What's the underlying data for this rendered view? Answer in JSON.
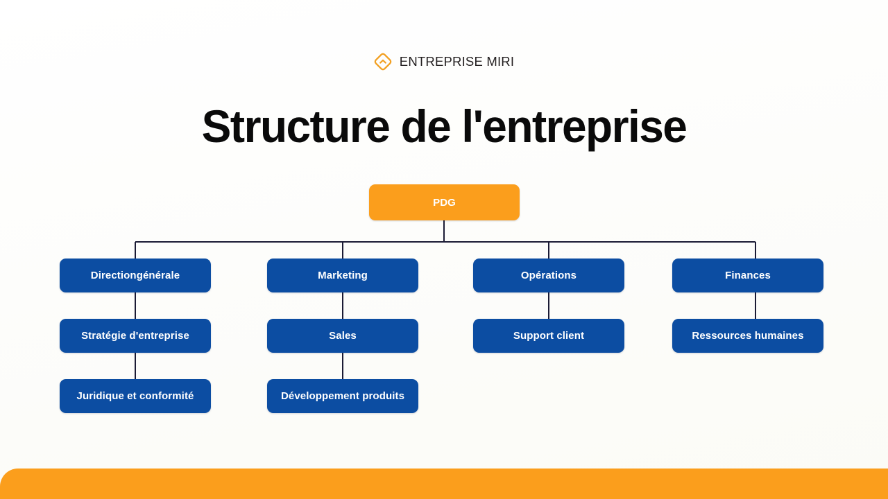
{
  "brand": {
    "logo_icon": "diamond-outline-icon",
    "name": "ENTREPRISE MIRI",
    "accent_color": "#fb9e1c"
  },
  "title": "Structure de l'entreprise",
  "colors": {
    "root_node": "#fb9e1c",
    "branch_node": "#0c4da2",
    "connector": "#1b1b35",
    "node_text": "#ffffff",
    "title_text": "#0a0a0a",
    "background": "#ffffff",
    "footer_band": "#fb9e1c"
  },
  "chart_data": {
    "type": "org-chart",
    "title": "Structure de l'entreprise",
    "root": {
      "label": "PDG"
    },
    "branches": [
      {
        "label": "Directiongénérale",
        "children": [
          {
            "label": "Stratégie d'entreprise"
          },
          {
            "label": "Juridique et conformité"
          }
        ]
      },
      {
        "label": "Marketing",
        "children": [
          {
            "label": "Sales"
          },
          {
            "label": "Développement produits"
          }
        ]
      },
      {
        "label": "Opérations",
        "children": [
          {
            "label": "Support client"
          }
        ]
      },
      {
        "label": "Finances",
        "children": [
          {
            "label": "Ressources humaines"
          }
        ]
      }
    ]
  },
  "nodes": {
    "root": "PDG",
    "col1_l1": "Directiongénérale",
    "col1_l2": "Stratégie d'entreprise",
    "col1_l3": "Juridique et conformité",
    "col2_l1": "Marketing",
    "col2_l2": "Sales",
    "col2_l3": "Développement produits",
    "col3_l1": "Opérations",
    "col3_l2": "Support client",
    "col4_l1": "Finances",
    "col4_l2": "Ressources humaines"
  }
}
